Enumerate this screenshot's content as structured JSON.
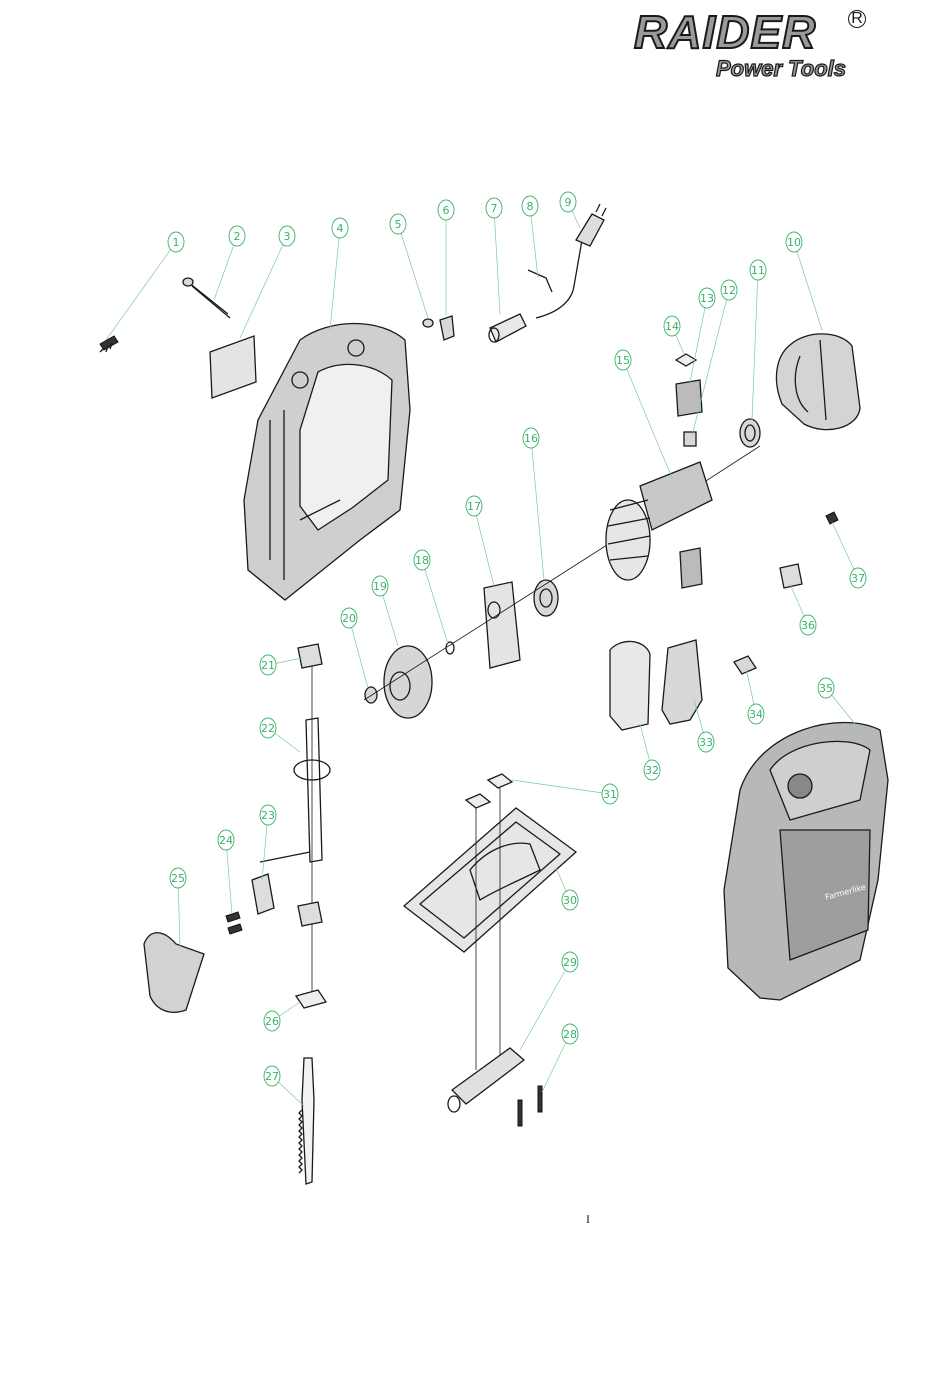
{
  "brand": {
    "name": "RAIDER",
    "registered_mark": "R",
    "tagline": "Power Tools"
  },
  "diagram": {
    "callouts": [
      "1",
      "2",
      "3",
      "4",
      "5",
      "6",
      "7",
      "8",
      "9",
      "10",
      "11",
      "12",
      "13",
      "14",
      "15",
      "16",
      "17",
      "18",
      "19",
      "20",
      "21",
      "22",
      "23",
      "24",
      "25",
      "26",
      "27",
      "28",
      "29",
      "30",
      "31",
      "32",
      "33",
      "34",
      "35",
      "36",
      "37"
    ],
    "product_label": "Farmerlike"
  },
  "footer": {
    "page_mark": "I"
  },
  "colors": {
    "callout": "#3ab36a",
    "line": "#1a1a1a"
  }
}
